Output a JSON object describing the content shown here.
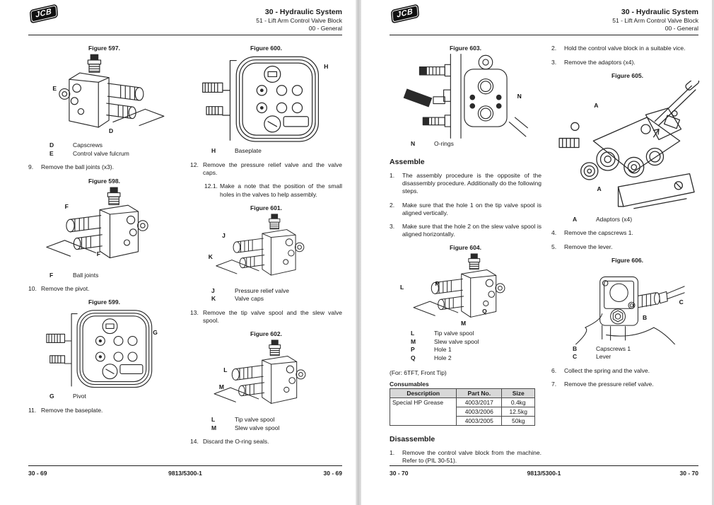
{
  "p1": {
    "header": {
      "logo": "JCB",
      "title": "30 - Hydraulic System",
      "sub1": "51 - Lift Arm Control Valve Block",
      "sub2": "00 - General"
    },
    "footer": {
      "left": "30 - 69",
      "center": "9813/5300-1",
      "right": "30 - 69"
    },
    "figs": {
      "f597": {
        "caption": "Figure 597.",
        "key": [
          [
            "D",
            "Capscrews"
          ],
          [
            "E",
            "Control valve fulcrum"
          ]
        ]
      },
      "f598": {
        "caption": "Figure 598.",
        "key": [
          [
            "F",
            "Ball joints"
          ]
        ]
      },
      "f599": {
        "caption": "Figure 599.",
        "key": [
          [
            "G",
            "Pivot"
          ]
        ]
      },
      "f600": {
        "caption": "Figure 600.",
        "key": [
          [
            "H",
            "Baseplate"
          ]
        ]
      },
      "f601": {
        "caption": "Figure 601.",
        "key": [
          [
            "J",
            "Pressure relief valve"
          ],
          [
            "K",
            "Valve caps"
          ]
        ]
      },
      "f602": {
        "caption": "Figure 602.",
        "key": [
          [
            "L",
            "Tip valve spool"
          ],
          [
            "M",
            "Slew valve spool"
          ]
        ]
      }
    },
    "steps": {
      "s9": {
        "num": "9.",
        "text": "Remove the ball joints (x3)."
      },
      "s10": {
        "num": "10.",
        "text": "Remove the pivot."
      },
      "s11": {
        "num": "11.",
        "text": "Remove the baseplate."
      },
      "s12": {
        "num": "12.",
        "text": "Remove the pressure relief valve and the valve caps."
      },
      "s12_1": {
        "num": "12.1.",
        "text": "Make a note that the position of the small holes in the valves to help assembly."
      },
      "s13": {
        "num": "13.",
        "text": "Remove the tip valve spool and the slew valve spool."
      },
      "s14": {
        "num": "14.",
        "text": "Discard the O-ring seals."
      }
    }
  },
  "p2": {
    "header": {
      "logo": "JCB",
      "title": "30 - Hydraulic System",
      "sub1": "51 - Lift Arm Control Valve Block",
      "sub2": "00 - General"
    },
    "footer": {
      "left": "30 - 70",
      "center": "9813/5300-1",
      "right": "30 - 70"
    },
    "figs": {
      "f603": {
        "caption": "Figure 603.",
        "key": [
          [
            "N",
            "O-rings"
          ]
        ]
      },
      "f604": {
        "caption": "Figure 604.",
        "key": [
          [
            "L",
            "Tip valve spool"
          ],
          [
            "M",
            "Slew valve spool"
          ],
          [
            "P",
            "Hole 1"
          ],
          [
            "Q",
            "Hole 2"
          ]
        ]
      },
      "f605": {
        "caption": "Figure 605.",
        "key": [
          [
            "A",
            "Adaptors (x4)"
          ]
        ]
      },
      "f606": {
        "caption": "Figure 606.",
        "key": [
          [
            "B",
            "Capscrews 1"
          ],
          [
            "C",
            "Lever"
          ]
        ]
      }
    },
    "headings": {
      "assemble": "Assemble",
      "disassemble": "Disassemble"
    },
    "note_for": "(For: 6TFT, Front Tip)",
    "steps": {
      "a1": {
        "num": "1.",
        "text": "The assembly procedure is the opposite of the disassembly procedure. Additionally do the following steps."
      },
      "a2": {
        "num": "2.",
        "text": "Make sure that the hole 1 on the tip valve spool is aligned vertically."
      },
      "a3": {
        "num": "3.",
        "text": "Make sure that the hole 2 on the slew valve spool is aligned horizontally."
      },
      "d1": {
        "num": "1.",
        "text": "Remove the control valve block from the machine. Refer to (PIL 30-51)."
      },
      "d2": {
        "num": "2.",
        "text": "Hold the control valve block in a suitable vice."
      },
      "d3": {
        "num": "3.",
        "text": "Remove the adaptors (x4)."
      },
      "d4": {
        "num": "4.",
        "text": "Remove the capscrews 1."
      },
      "d5": {
        "num": "5.",
        "text": "Remove the lever."
      },
      "d6": {
        "num": "6.",
        "text": "Collect the spring and the valve."
      },
      "d7": {
        "num": "7.",
        "text": "Remove the pressure relief valve."
      }
    },
    "consumables": {
      "title": "Consumables",
      "headers": [
        "Description",
        "Part No.",
        "Size"
      ],
      "rows": [
        {
          "description": "Special HP Grease",
          "part": "4003/2017",
          "size": "0.4kg"
        },
        {
          "part": "4003/2006",
          "size": "12.5kg"
        },
        {
          "part": "4003/2005",
          "size": "50kg"
        }
      ]
    }
  }
}
